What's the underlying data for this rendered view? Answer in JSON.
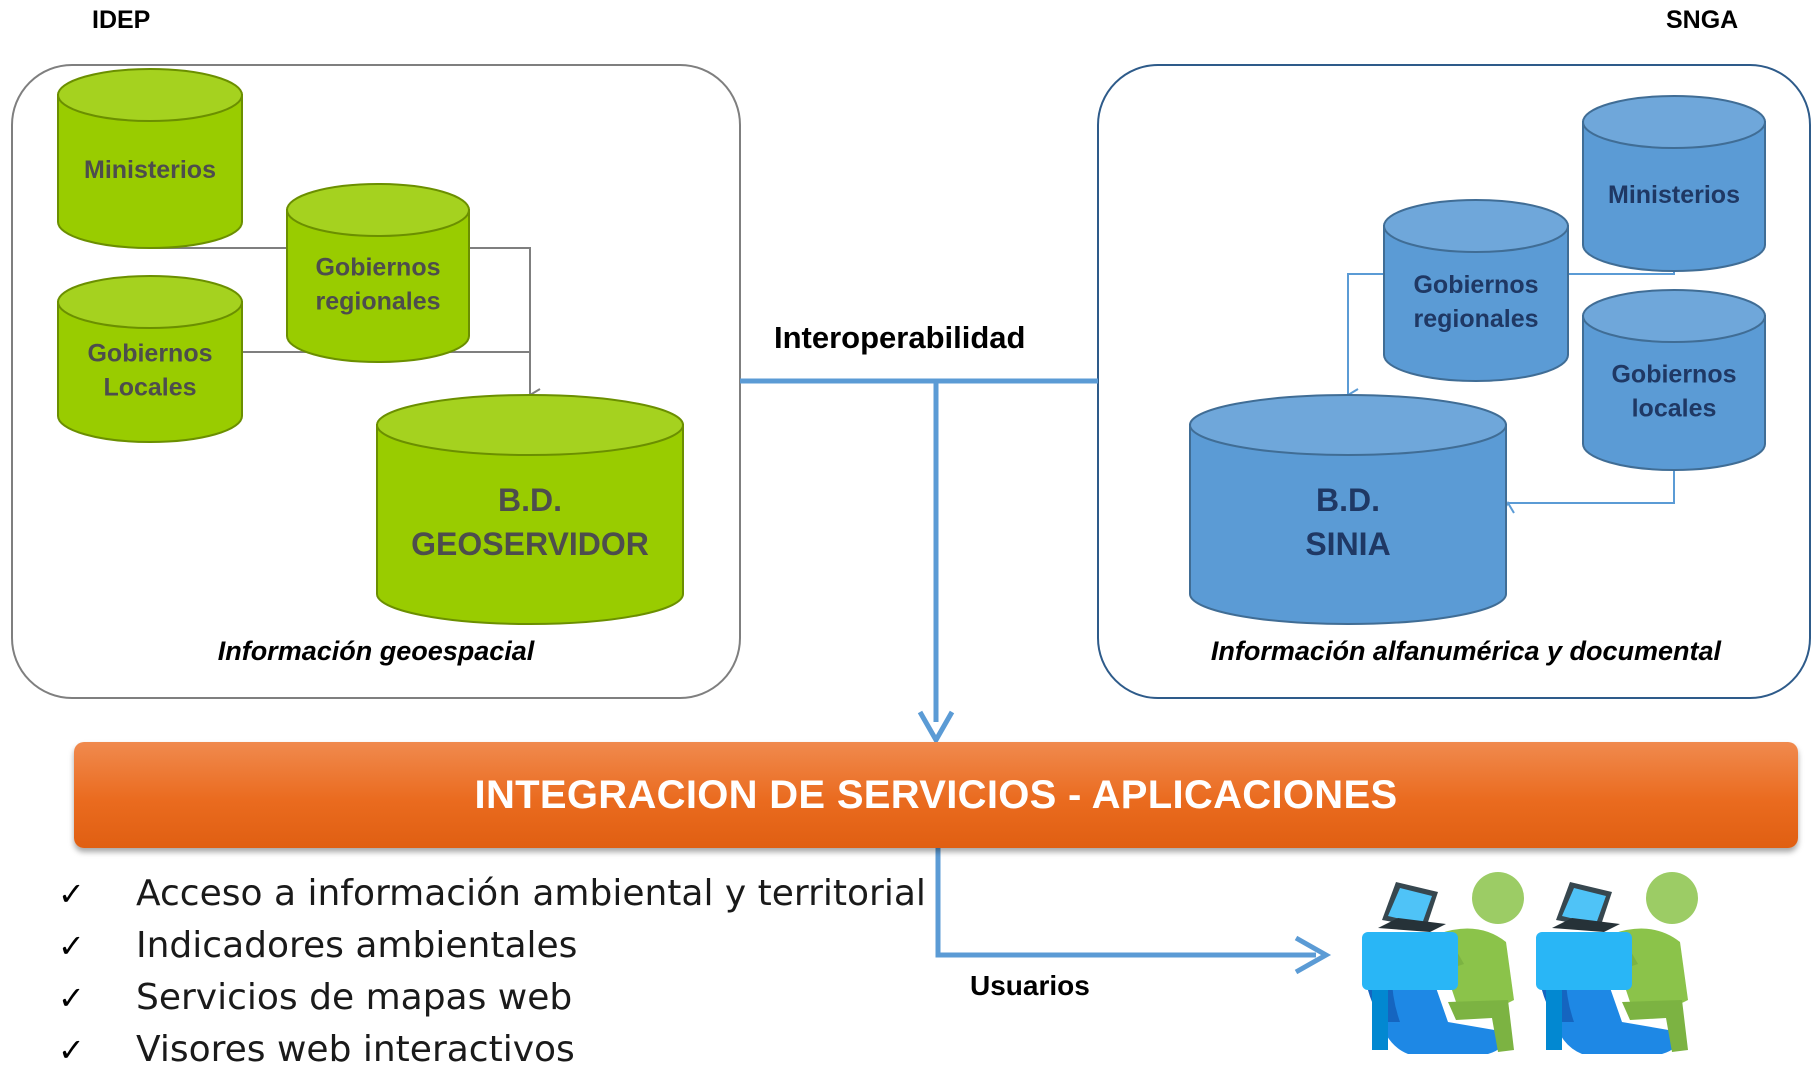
{
  "header": {
    "left_label": "IDEP",
    "right_label": "SNGA"
  },
  "left_panel": {
    "caption": "Información geoespacial",
    "sources": [
      {
        "lines": [
          "Ministerios"
        ]
      },
      {
        "lines": [
          "Gobiernos",
          "regionales"
        ]
      },
      {
        "lines": [
          "Gobiernos",
          "Locales"
        ]
      }
    ],
    "database": {
      "lines": [
        "B.D.",
        "GEOSERVIDOR"
      ]
    },
    "color": "#99cc00",
    "text_color": "#4d4d4d"
  },
  "right_panel": {
    "caption": "Información alfanumérica y documental",
    "sources": [
      {
        "lines": [
          "Ministerios"
        ]
      },
      {
        "lines": [
          "Gobiernos",
          "regionales"
        ]
      },
      {
        "lines": [
          "Gobiernos",
          "locales"
        ]
      }
    ],
    "database": {
      "lines": [
        "B.D.",
        "SINIA"
      ]
    },
    "color": "#5b9bd5",
    "text_color": "#1f3864"
  },
  "connector_label": "Interoperabilidad",
  "banner": {
    "text": "INTEGRACION DE SERVICIOS - APLICACIONES",
    "color": "#e8691d"
  },
  "features": [
    "Acceso a información ambiental y territorial",
    "Indicadores ambientales",
    "Servicios de mapas web",
    "Visores web interactivos"
  ],
  "users_label": "Usuarios",
  "users_icons": [
    "user-at-laptop-icon",
    "user-at-laptop-icon"
  ]
}
